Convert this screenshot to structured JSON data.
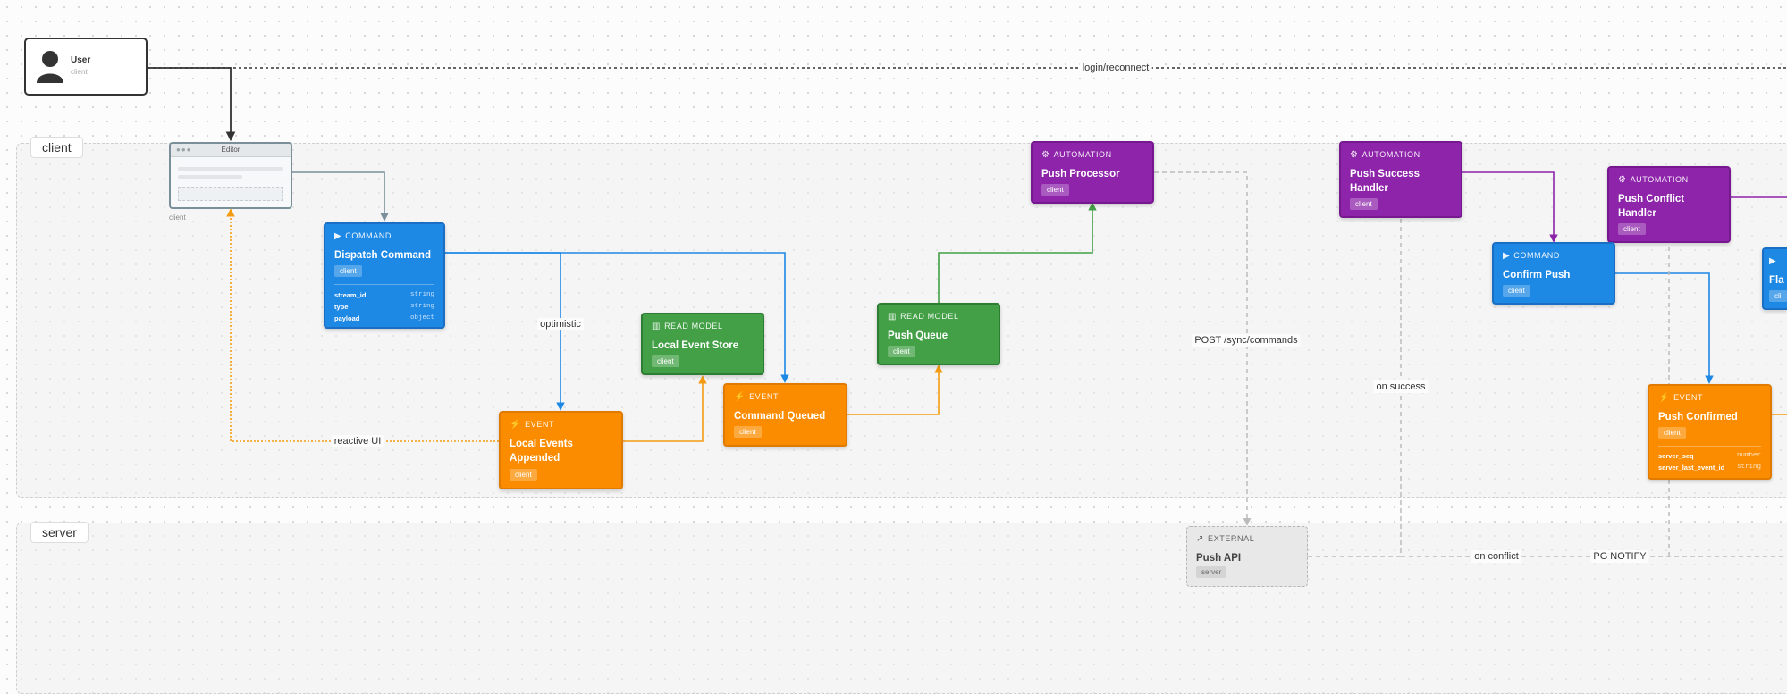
{
  "lanes": {
    "client": {
      "label": "client"
    },
    "server": {
      "label": "server"
    }
  },
  "user": {
    "name": "User",
    "sub": "client",
    "icon": "user-icon"
  },
  "editor": {
    "title": "Editor",
    "dots": "●●●",
    "sub": "client"
  },
  "nodes": {
    "dispatch_command": {
      "type": "COMMAND",
      "icon": "play-icon",
      "title": "Dispatch Command",
      "badge": "client",
      "fields": [
        {
          "name": "stream_id",
          "type": "string"
        },
        {
          "name": "type",
          "type": "string"
        },
        {
          "name": "payload",
          "type": "object"
        }
      ]
    },
    "local_event_store": {
      "type": "READ MODEL",
      "icon": "chart-icon",
      "title": "Local Event Store",
      "badge": "client"
    },
    "push_queue": {
      "type": "READ MODEL",
      "icon": "chart-icon",
      "title": "Push Queue",
      "badge": "client"
    },
    "local_events_appended": {
      "type": "EVENT",
      "icon": "bolt-icon",
      "title": "Local Events Appended",
      "badge": "client"
    },
    "command_queued": {
      "type": "EVENT",
      "icon": "bolt-icon",
      "title": "Command Queued",
      "badge": "client"
    },
    "push_processor": {
      "type": "AUTOMATION",
      "icon": "gear-icon",
      "title": "Push Processor",
      "badge": "client"
    },
    "push_success_handler": {
      "type": "AUTOMATION",
      "icon": "gear-icon",
      "title": "Push Success Handler",
      "badge": "client"
    },
    "push_conflict_handler": {
      "type": "AUTOMATION",
      "icon": "gear-icon",
      "title": "Push Conflict Handler",
      "badge": "client"
    },
    "confirm_push": {
      "type": "COMMAND",
      "icon": "play-icon",
      "title": "Confirm Push",
      "badge": "client"
    },
    "partial_command": {
      "type": "",
      "icon": "play-icon",
      "title": "Fla",
      "badge": "cli"
    },
    "push_confirmed": {
      "type": "EVENT",
      "icon": "bolt-icon",
      "title": "Push Confirmed",
      "badge": "client",
      "fields": [
        {
          "name": "server_seq",
          "type": "number"
        },
        {
          "name": "server_last_event_id",
          "type": "string"
        }
      ]
    },
    "push_api": {
      "type": "EXTERNAL",
      "icon": "external-link-icon",
      "title": "Push API",
      "badge": "server"
    }
  },
  "edge_labels": {
    "login": "login/reconnect",
    "optimistic": "optimistic",
    "reactive": "reactive UI",
    "post_sync": "POST /sync/commands",
    "on_success": "on success",
    "on_conflict": "on conflict",
    "pg_notify": "PG NOTIFY"
  },
  "colors": {
    "command": "#1e88e5",
    "event": "#fb8c00",
    "read_model": "#43a047",
    "automation": "#8e24aa",
    "external": "#e8e8e8"
  }
}
